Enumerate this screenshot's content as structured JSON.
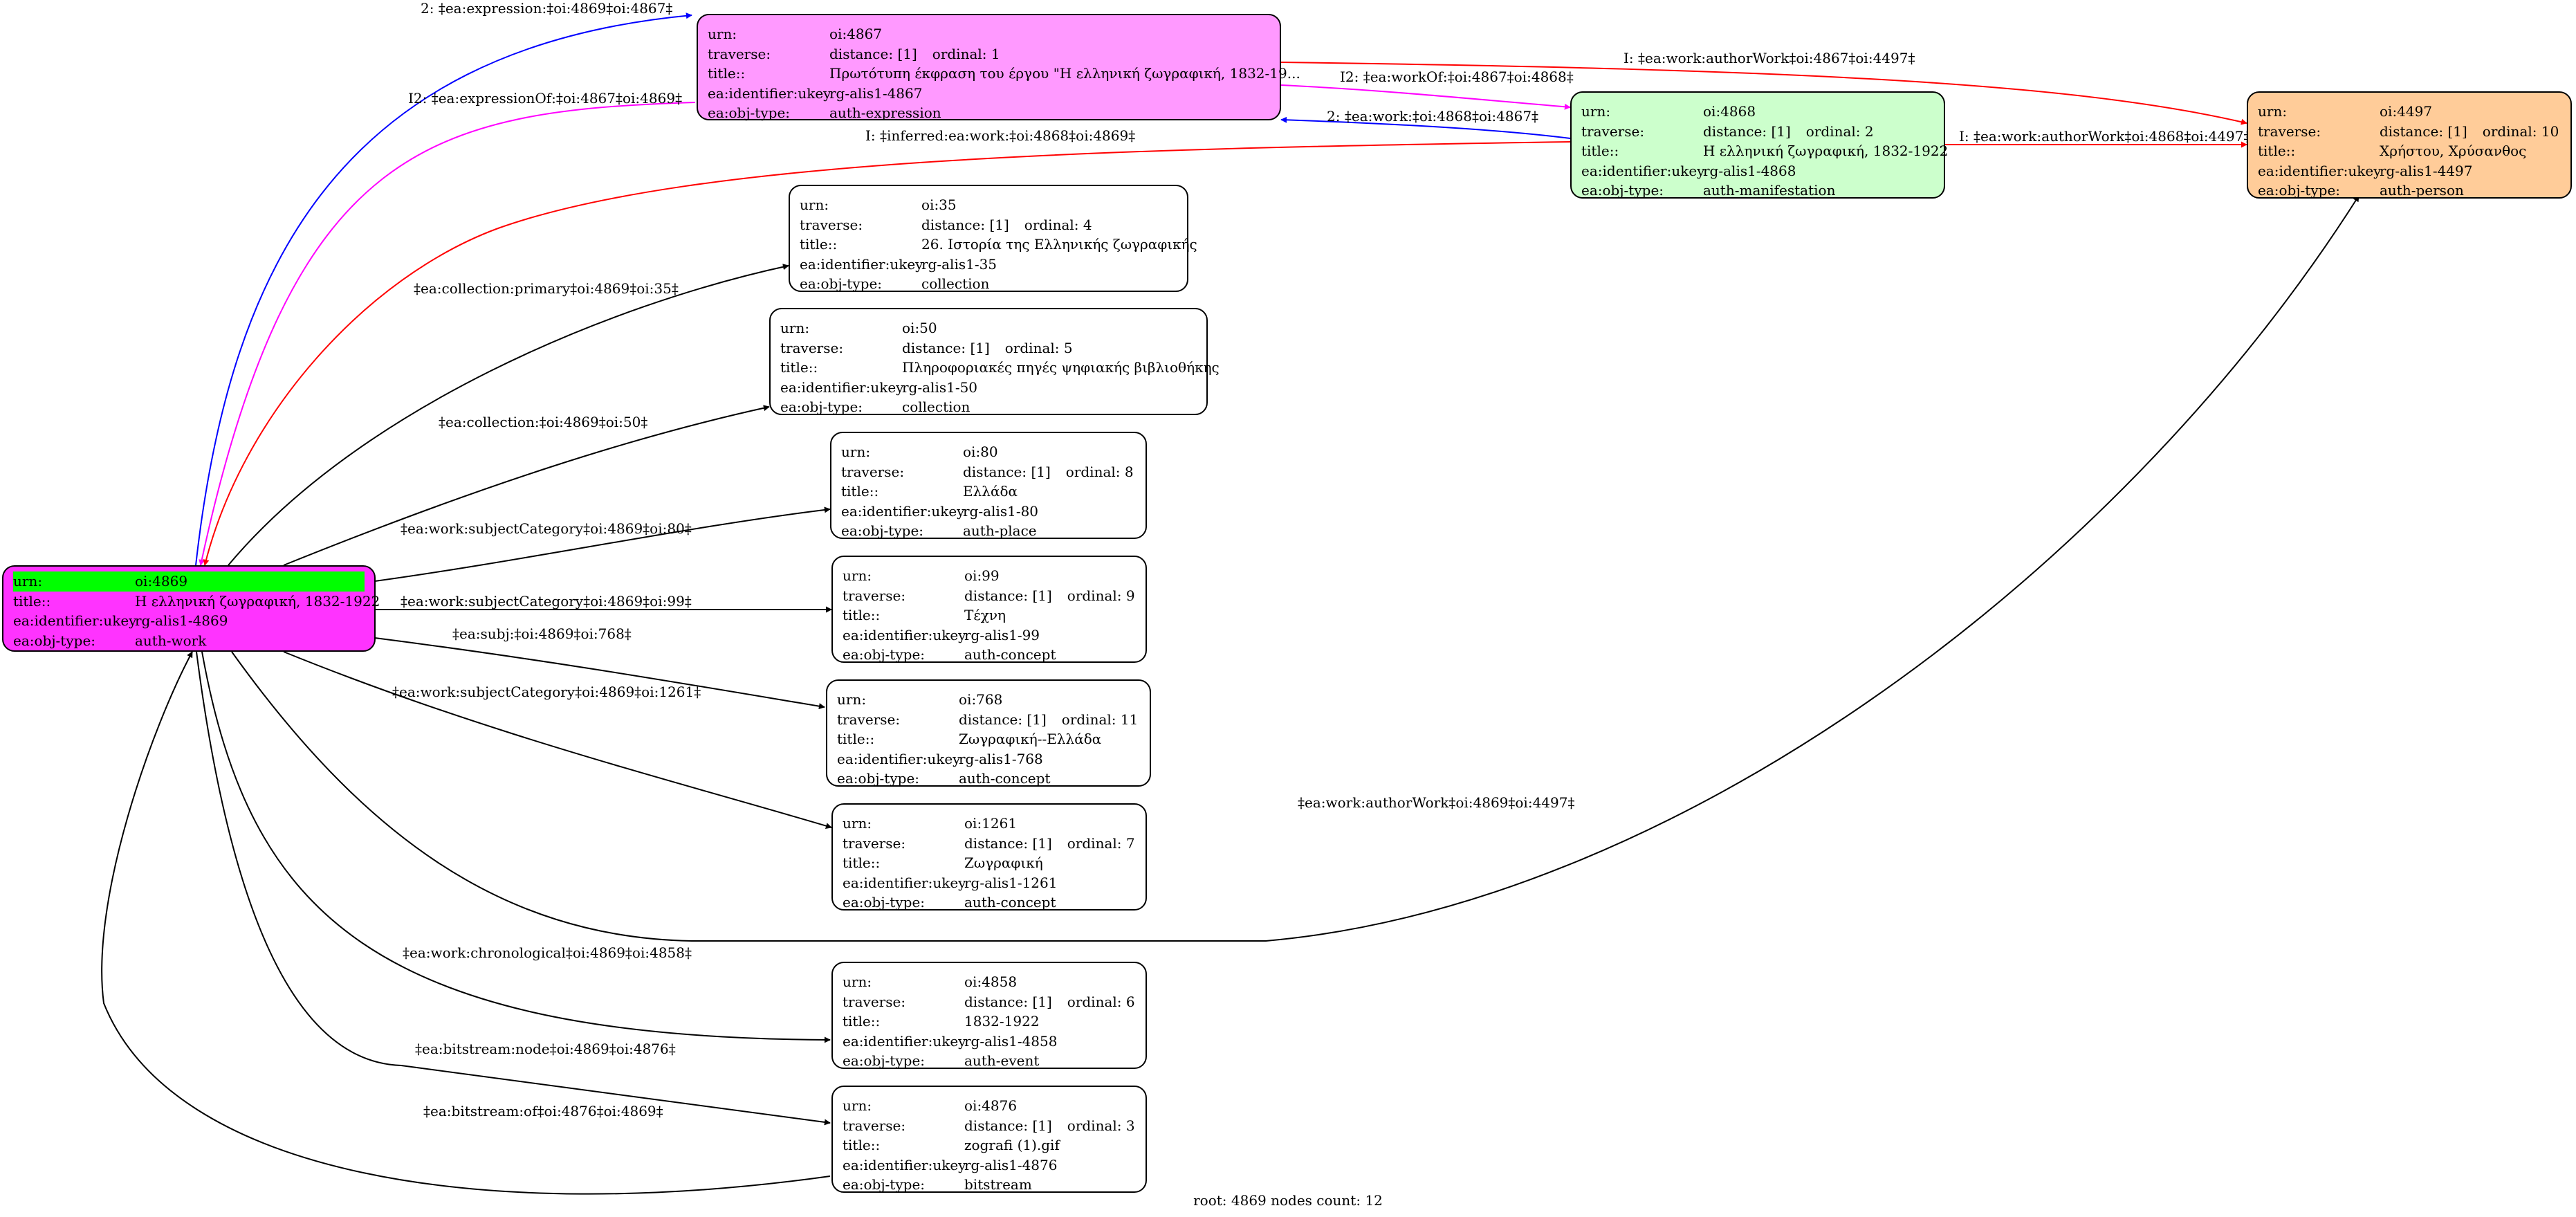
{
  "labels": {
    "urn": "urn:",
    "traverse": "traverse:",
    "title": "title::",
    "ukey": "ea:identifier:ukey",
    "type": "ea:obj-type:"
  },
  "nodes": [
    {
      "id": "n4869",
      "urn": "oi:4869",
      "traverse": "",
      "ordinal": "",
      "title": "Η ελληνική ζωγραφική, 1832-1922",
      "ukey": "rg-alis1-4869",
      "type": "auth-work",
      "fill": "#ff33ff"
    },
    {
      "id": "n4867",
      "urn": "oi:4867",
      "traverse": "distance: [1]",
      "ordinal": "ordinal: 1",
      "title": "Πρωτότυπη έκφραση του έργου \"Η ελληνική ζωγραφική, 1832-19...",
      "ukey": "rg-alis1-4867",
      "type": "auth-expression",
      "fill": "#ff99ff"
    },
    {
      "id": "n4868",
      "urn": "oi:4868",
      "traverse": "distance: [1]",
      "ordinal": "ordinal: 2",
      "title": "Η ελληνική ζωγραφική, 1832-1922",
      "ukey": "rg-alis1-4868",
      "type": "auth-manifestation",
      "fill": "#ccffcc"
    },
    {
      "id": "n4497",
      "urn": "oi:4497",
      "traverse": "distance: [1]",
      "ordinal": "ordinal: 10",
      "title": "Χρήστου, Χρύσανθος",
      "ukey": "rg-alis1-4497",
      "type": "auth-person",
      "fill": "#ffcc99"
    },
    {
      "id": "n35",
      "urn": "oi:35",
      "traverse": "distance: [1]",
      "ordinal": "ordinal: 4",
      "title": "26. Ιστορία της Ελληνικής ζωγραφικής",
      "ukey": "rg-alis1-35",
      "type": "collection",
      "fill": "#ffffff"
    },
    {
      "id": "n50",
      "urn": "oi:50",
      "traverse": "distance: [1]",
      "ordinal": "ordinal: 5",
      "title": "Πληροφοριακές πηγές ψηφιακής βιβλιοθήκης",
      "ukey": "rg-alis1-50",
      "type": "collection",
      "fill": "#ffffff"
    },
    {
      "id": "n80",
      "urn": "oi:80",
      "traverse": "distance: [1]",
      "ordinal": "ordinal: 8",
      "title": "Ελλάδα",
      "ukey": "rg-alis1-80",
      "type": "auth-place",
      "fill": "#ffffff"
    },
    {
      "id": "n99",
      "urn": "oi:99",
      "traverse": "distance: [1]",
      "ordinal": "ordinal: 9",
      "title": "Τέχνη",
      "ukey": "rg-alis1-99",
      "type": "auth-concept",
      "fill": "#ffffff"
    },
    {
      "id": "n768",
      "urn": "oi:768",
      "traverse": "distance: [1]",
      "ordinal": "ordinal: 11",
      "title": "Ζωγραφική--Ελλάδα",
      "ukey": "rg-alis1-768",
      "type": "auth-concept",
      "fill": "#ffffff"
    },
    {
      "id": "n1261",
      "urn": "oi:1261",
      "traverse": "distance: [1]",
      "ordinal": "ordinal: 7",
      "title": "Ζωγραφική",
      "ukey": "rg-alis1-1261",
      "type": "auth-concept",
      "fill": "#ffffff"
    },
    {
      "id": "n4858",
      "urn": "oi:4858",
      "traverse": "distance: [1]",
      "ordinal": "ordinal: 6",
      "title": "1832-1922",
      "ukey": "rg-alis1-4858",
      "type": "auth-event",
      "fill": "#ffffff"
    },
    {
      "id": "n4876",
      "urn": "oi:4876",
      "traverse": "distance: [1]",
      "ordinal": "ordinal: 3",
      "title": "zografi (1).gif",
      "ukey": "rg-alis1-4876",
      "type": "bitstream",
      "fill": "#ffffff"
    }
  ],
  "edges": [
    {
      "id": "e1",
      "label": "2: ‡ea:expression:‡oi:4869‡oi:4867‡",
      "color": "#0000ff"
    },
    {
      "id": "e2",
      "label": "I2: ‡ea:expressionOf:‡oi:4867‡oi:4869‡",
      "color": "#ff00ff"
    },
    {
      "id": "e3",
      "label": "I: ‡ea:work:authorWork‡oi:4867‡oi:4497‡",
      "color": "#ff0000"
    },
    {
      "id": "e4",
      "label": "I2: ‡ea:workOf:‡oi:4867‡oi:4868‡",
      "color": "#ff00ff"
    },
    {
      "id": "e5",
      "label": "2: ‡ea:work:‡oi:4868‡oi:4867‡",
      "color": "#0000ff"
    },
    {
      "id": "e6",
      "label": "I: ‡ea:work:authorWork‡oi:4868‡oi:4497‡",
      "color": "#ff0000"
    },
    {
      "id": "e7",
      "label": "I: ‡inferred:ea:work:‡oi:4868‡oi:4869‡",
      "color": "#ff0000"
    },
    {
      "id": "e8",
      "label": "‡ea:collection:primary‡oi:4869‡oi:35‡",
      "color": "#000000"
    },
    {
      "id": "e9",
      "label": "‡ea:collection:‡oi:4869‡oi:50‡",
      "color": "#000000"
    },
    {
      "id": "e10",
      "label": "‡ea:work:subjectCategory‡oi:4869‡oi:80‡",
      "color": "#000000"
    },
    {
      "id": "e11",
      "label": "‡ea:work:subjectCategory‡oi:4869‡oi:99‡",
      "color": "#000000"
    },
    {
      "id": "e12",
      "label": "‡ea:subj:‡oi:4869‡oi:768‡",
      "color": "#000000"
    },
    {
      "id": "e13",
      "label": "‡ea:work:subjectCategory‡oi:4869‡oi:1261‡",
      "color": "#000000"
    },
    {
      "id": "e14",
      "label": "‡ea:work:authorWork‡oi:4869‡oi:4497‡",
      "color": "#000000"
    },
    {
      "id": "e15",
      "label": "‡ea:work:chronological‡oi:4869‡oi:4858‡",
      "color": "#000000"
    },
    {
      "id": "e16",
      "label": "‡ea:bitstream:node‡oi:4869‡oi:4876‡",
      "color": "#000000"
    },
    {
      "id": "e17",
      "label": "‡ea:bitstream:of‡oi:4876‡oi:4869‡",
      "color": "#000000"
    }
  ],
  "footer": "root: 4869 nodes count: 12"
}
